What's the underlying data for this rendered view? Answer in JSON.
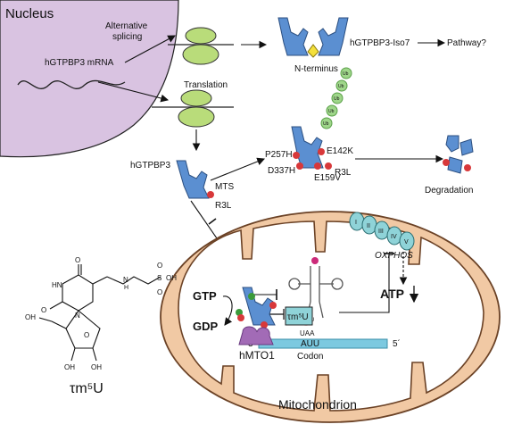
{
  "labels": {
    "nucleus": "Nucleus",
    "alt_splicing_1": "Alternative",
    "alt_splicing_2": "splicing",
    "mrna": "hGTPBP3 mRNA",
    "translation": "Translation",
    "iso7": "hGTPBP3-Iso7",
    "pathway": "Pathway?",
    "n_terminus": "N-terminus",
    "hgtpbp3": "hGTPBP3",
    "mts": "MTS",
    "r3l_left": "R3L",
    "p257h": "P257H",
    "d337h": "D337H",
    "e142k": "E142K",
    "e159v": "E159V",
    "r3l_right": "R3L",
    "ub": "Ub",
    "degradation": "Degradation",
    "gtp": "GTP",
    "gdp": "GDP",
    "hmto1": "hMTO1",
    "tm5u_box": "τm⁵U",
    "uaa": "UAA",
    "auu": "AUU",
    "codon": "Codon",
    "three_prime": "3´",
    "five_prime": "5´",
    "oxphos": "OXPHOS",
    "atp": "ATP",
    "complex_i": "I",
    "complex_ii": "II",
    "complex_iii": "III",
    "complex_iv": "IV",
    "complex_v": "V",
    "mitochondrion": "Mitochondrion",
    "tm5u_caption": "τm⁵U",
    "chem_oh1": "OH",
    "chem_oh2": "OH",
    "chem_oh3": "OH",
    "chem_oh4": "OH",
    "chem_hn": "HN",
    "chem_n": "N",
    "chem_nh": "N",
    "chem_h": "H",
    "chem_o1": "O",
    "chem_o2": "O",
    "chem_o3": "O",
    "chem_s": "S",
    "chem_o4": "O",
    "chem_o5": "O"
  },
  "colors": {
    "nucleus": "#d9c3e1",
    "ribosome": "#b9dc7a",
    "protein": "#5b8fd1",
    "mutation_dot": "#d8383a",
    "ub": "#9fd68a",
    "mito_fill": "#f1c9a4",
    "mito_stroke": "#6b4226",
    "matrix": "#ffffff",
    "complex": "#8fd3d8",
    "hmto1": "#a26bb6",
    "codon_bar": "#7cc9e0",
    "atp": "#d62e2e",
    "gtp": "#2b3fa8",
    "tm5u": "#d62e2e"
  }
}
